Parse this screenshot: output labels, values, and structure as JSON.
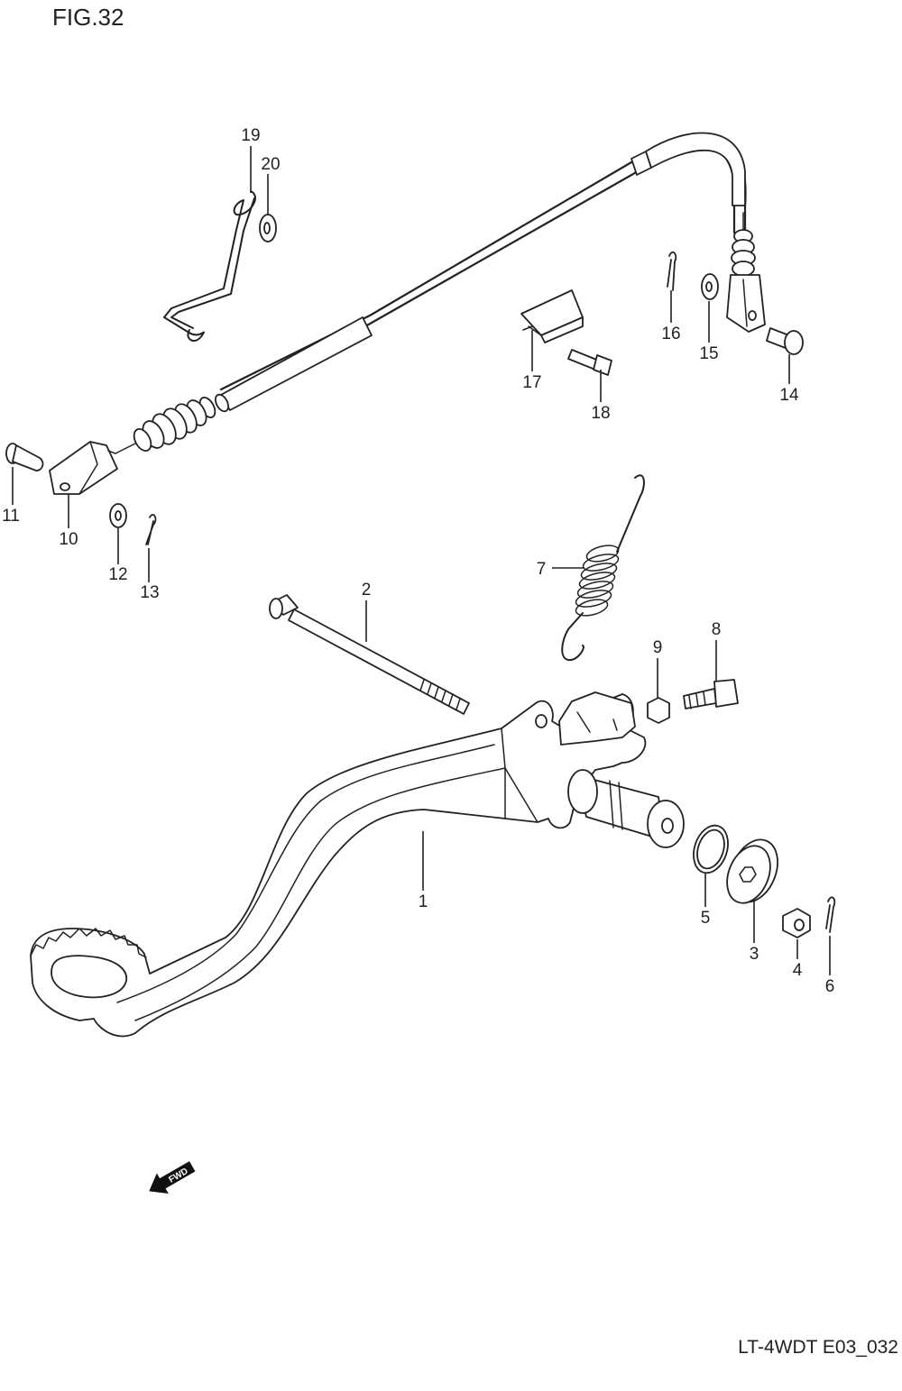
{
  "figure": {
    "title": "FIG.32",
    "code": "LT-4WDT E03_032",
    "fwd_label": "FWD"
  },
  "parts": [
    {
      "ref": "1"
    },
    {
      "ref": "2"
    },
    {
      "ref": "3"
    },
    {
      "ref": "4"
    },
    {
      "ref": "5"
    },
    {
      "ref": "6"
    },
    {
      "ref": "7"
    },
    {
      "ref": "8"
    },
    {
      "ref": "9"
    },
    {
      "ref": "10"
    },
    {
      "ref": "11"
    },
    {
      "ref": "12"
    },
    {
      "ref": "13"
    },
    {
      "ref": "14"
    },
    {
      "ref": "15"
    },
    {
      "ref": "16"
    },
    {
      "ref": "17"
    },
    {
      "ref": "18"
    },
    {
      "ref": "19"
    },
    {
      "ref": "20"
    }
  ]
}
